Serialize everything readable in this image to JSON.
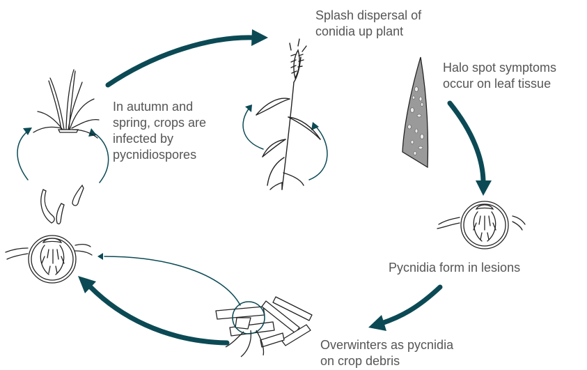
{
  "labels": {
    "splash": [
      "Splash dispersal of",
      "conidia up plant"
    ],
    "halo": [
      "Halo spot symptoms",
      "occur on leaf tissue"
    ],
    "autumn": [
      "In autumn and",
      "spring, crops are",
      "infected by",
      "pycnidiospores"
    ],
    "pycnidia_form": [
      "Pycnidia form in lesions"
    ],
    "overwinter": [
      "Overwinters as pycnidia",
      "on crop debris"
    ]
  },
  "colors": {
    "arrow": "#0b4a55",
    "outline": "#222222",
    "leaf_fill": "#9a9a9a",
    "text": "#555555"
  }
}
